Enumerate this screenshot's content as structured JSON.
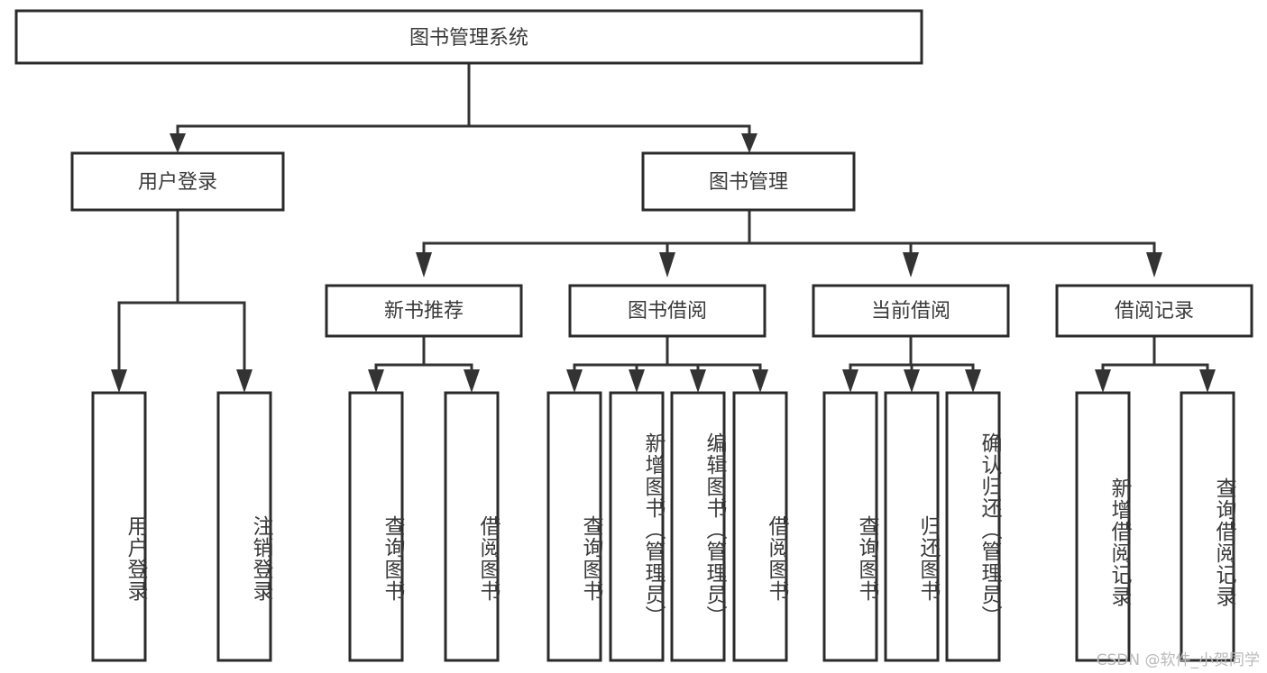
{
  "diagram": {
    "type": "tree-hierarchy",
    "title": "图书管理系统",
    "orientation": "top-down",
    "colors": {
      "box_stroke": "#2b2b2b",
      "box_fill": "#ffffff",
      "connector": "#333333",
      "text": "#3a3a3a",
      "background": "#ffffff",
      "watermark": "#b9b9b9"
    },
    "levels": {
      "root": {
        "label": "图书管理系统"
      },
      "level1": [
        {
          "label": "用户登录"
        },
        {
          "label": "图书管理"
        }
      ],
      "level2": [
        {
          "label": "新书推荐",
          "parent": "图书管理"
        },
        {
          "label": "图书借阅",
          "parent": "图书管理"
        },
        {
          "label": "当前借阅",
          "parent": "图书管理"
        },
        {
          "label": "借阅记录",
          "parent": "图书管理"
        }
      ],
      "leaves": {
        "user_login": [
          {
            "label": "用户登录"
          },
          {
            "label": "注销登录"
          }
        ],
        "new_book_recommend": [
          {
            "label": "查询图书"
          },
          {
            "label": "借阅图书"
          }
        ],
        "book_borrow": [
          {
            "label": "查询图书"
          },
          {
            "label": "新增图书（管理员）"
          },
          {
            "label": "编辑图书（管理员）"
          },
          {
            "label": "借阅图书"
          }
        ],
        "current_borrow": [
          {
            "label": "查询图书"
          },
          {
            "label": "归还图书"
          },
          {
            "label": "确认归还（管理员）"
          }
        ],
        "borrow_record": [
          {
            "label": "新增借阅记录"
          },
          {
            "label": "查询借阅记录"
          }
        ]
      }
    }
  },
  "watermark": {
    "text": "CSDN @软件_小贺同学"
  }
}
